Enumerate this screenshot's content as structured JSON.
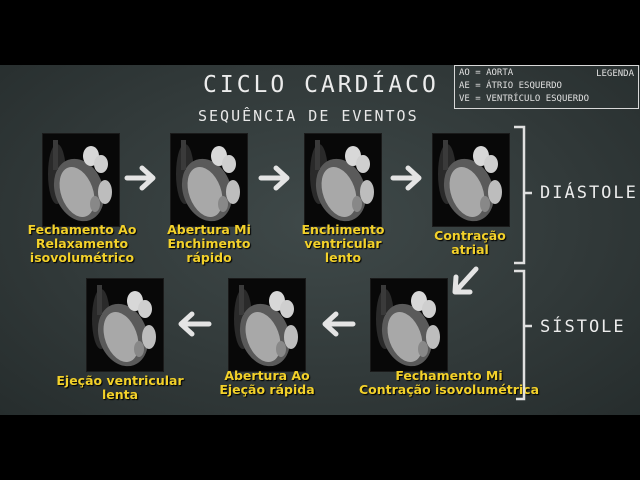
{
  "title": "CICLO CARDÍACO",
  "subtitle": "SEQUÊNCIA DE EVENTOS",
  "legend": {
    "heading": "LEGENDA",
    "items": [
      "AO = AORTA",
      "AE = ÁTRIO ESQUERDO",
      "VE = VENTRÍCULO ESQUERDO"
    ]
  },
  "phases": {
    "diastole": "DIÁSTOLE",
    "systole": "SÍSTOLE"
  },
  "frames": [
    {
      "lines": [
        "Fechamento Ao",
        "Relaxamento",
        "isovolumétrico"
      ]
    },
    {
      "lines": [
        "Abertura Mi",
        "Enchimento",
        "rápido"
      ]
    },
    {
      "lines": [
        "Enchimento",
        "ventricular",
        "lento"
      ]
    },
    {
      "lines": [
        "Contração",
        "atrial"
      ]
    },
    {
      "lines": [
        "Fechamento Mi",
        "Contração isovolumétrica"
      ]
    },
    {
      "lines": [
        "Abertura Ao",
        "Ejeção rápida"
      ]
    },
    {
      "lines": [
        "Ejeção ventricular",
        "lenta"
      ]
    }
  ],
  "colors": {
    "caption": "#f3d12a",
    "chalk": "#e6e6e6",
    "board": "#323a3a"
  },
  "icons": {
    "arrow": "chalk-arrow-icon",
    "bracket": "brace-bracket-icon"
  }
}
